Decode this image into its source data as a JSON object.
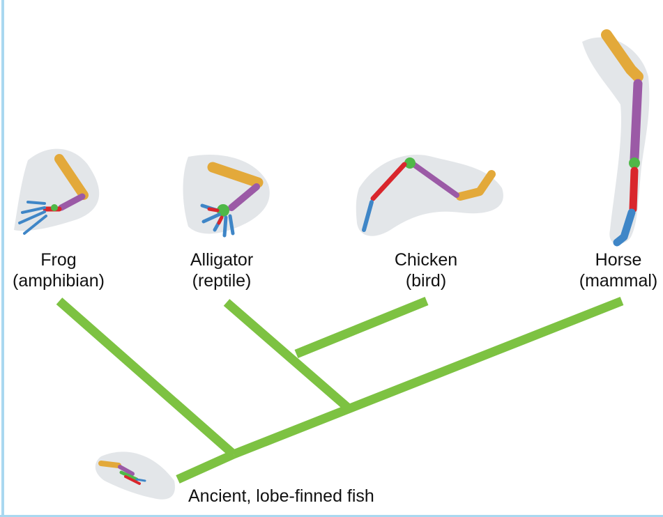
{
  "colors": {
    "branch": "#7dc242",
    "frame_rule": "#a9d8f0",
    "humerus": "#e3a93a",
    "radius_ulna_a": "#9b5aa6",
    "radius_ulna_b": "#d9262c",
    "carpals": "#4fb848",
    "digits": "#3f86c7",
    "silhouette": "#d9dde2"
  },
  "taxa": [
    {
      "id": "frog",
      "name": "Frog",
      "group": "(amphibian)",
      "icon": "frog-forelimb-icon"
    },
    {
      "id": "alligator",
      "name": "Alligator",
      "group": "(reptile)",
      "icon": "alligator-forelimb-icon"
    },
    {
      "id": "chicken",
      "name": "Chicken",
      "group": "(bird)",
      "icon": "chicken-wing-icon"
    },
    {
      "id": "horse",
      "name": "Horse",
      "group": "(mammal)",
      "icon": "horse-leg-icon"
    }
  ],
  "ancestor": {
    "label": "Ancient, lobe-finned fish",
    "icon": "lobe-fin-icon"
  }
}
